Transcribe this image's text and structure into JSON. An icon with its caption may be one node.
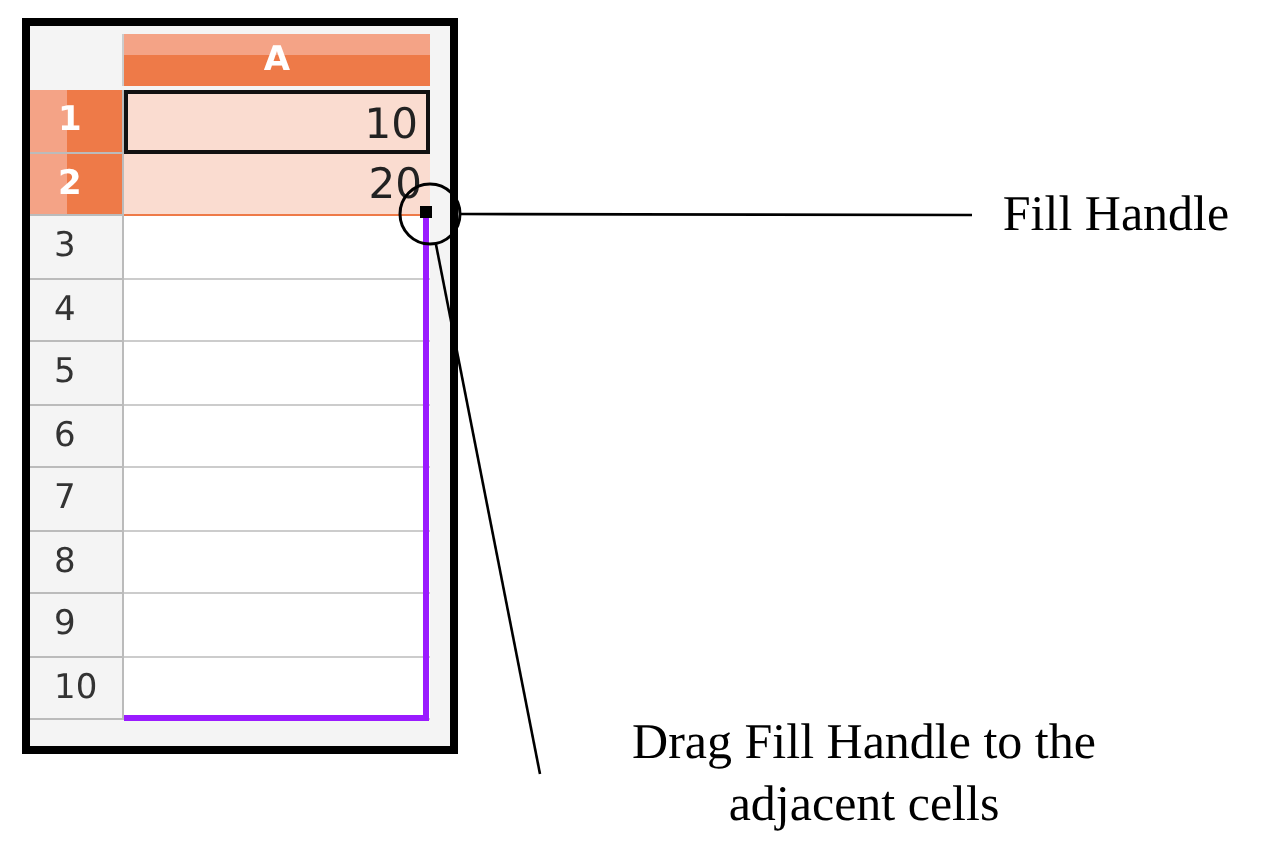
{
  "diagram": {
    "nodes": [
      {
        "text": [],
        "shape": "circle"
      },
      {
        "text": [
          "Fill Handle"
        ]
      },
      {
        "text": [
          "Drag Fill Handle to the adjacent cells"
        ]
      }
    ],
    "edges": [
      {
        "from": 1,
        "to": 0,
        "arrow": "none"
      },
      {
        "from": 2,
        "to": 0,
        "arrow": "none"
      }
    ],
    "labels": [
      "A",
      "1",
      "10",
      "2",
      "20",
      "3",
      "4",
      "5",
      "6",
      "7",
      "8",
      "9",
      "10"
    ]
  }
}
